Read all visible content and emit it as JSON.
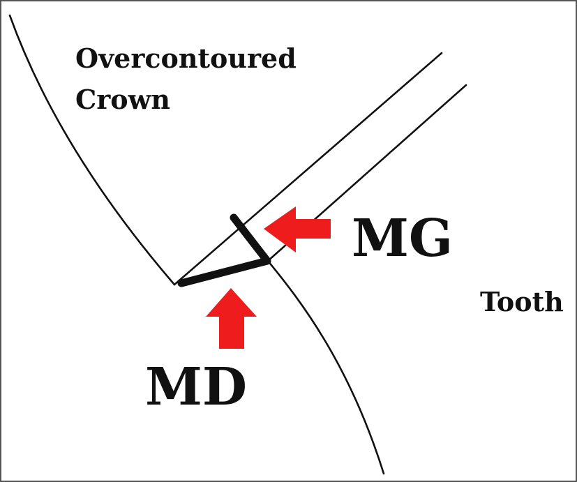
{
  "labels": {
    "crown_line1": "Overcontoured",
    "crown_line2": "Crown",
    "tooth": "Tooth",
    "mg": "MG",
    "md": "MD"
  },
  "colors": {
    "line": "#111111",
    "arrow": "#ee1c1c",
    "background": "#ffffff"
  }
}
